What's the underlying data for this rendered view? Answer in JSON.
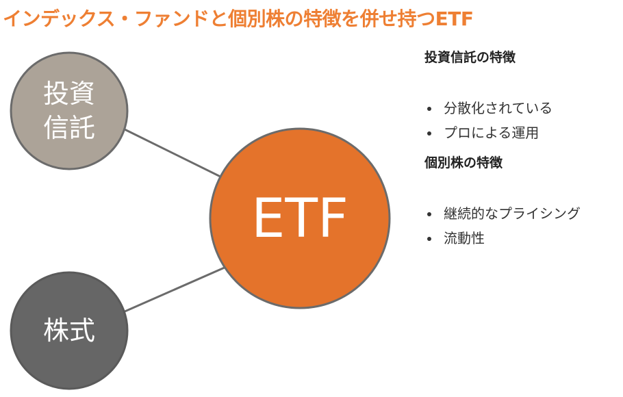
{
  "title": "インデックス・ファンドと個別株の特徴を併せ持つETF",
  "diagram": {
    "nodes": {
      "fund": {
        "label_line1": "投資",
        "label_line2": "信託"
      },
      "stock": {
        "label": "株式"
      },
      "etf": {
        "label": "ETF"
      }
    },
    "colors": {
      "fund": "#aca398",
      "stock": "#666666",
      "etf": "#e4732b",
      "title": "#ee7f33",
      "outline": "#6b6b6b"
    }
  },
  "features": {
    "fund_section": {
      "title": "投資信託の特徴",
      "items": [
        "分散化されている",
        "プロによる運用"
      ]
    },
    "stock_section": {
      "title": "個別株の特徴",
      "items": [
        "継続的なプライシング",
        "流動性"
      ]
    }
  }
}
